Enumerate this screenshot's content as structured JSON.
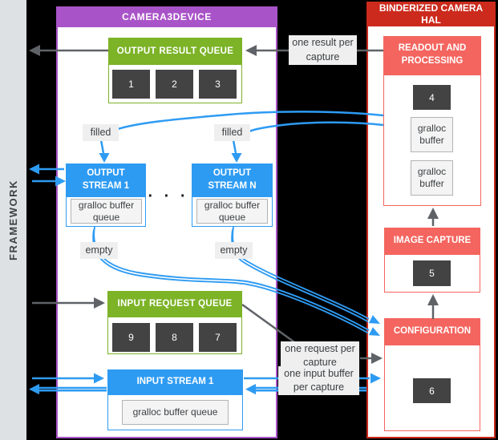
{
  "framework": {
    "label": "FRAMEWORK"
  },
  "camera3device": {
    "title": "CAMERA3DEVICE",
    "output_result_queue": {
      "title": "OUTPUT RESULT QUEUE",
      "items": [
        "1",
        "2",
        "3"
      ]
    },
    "output_stream_1": {
      "title": "OUTPUT STREAM 1",
      "buffer": "gralloc buffer queue"
    },
    "dots": "· · ·",
    "output_stream_n": {
      "title": "OUTPUT STREAM N",
      "buffer": "gralloc buffer queue"
    },
    "input_request_queue": {
      "title": "INPUT REQUEST QUEUE",
      "items": [
        "9",
        "8",
        "7"
      ]
    },
    "input_stream_1": {
      "title": "INPUT STREAM 1",
      "buffer": "gralloc buffer queue"
    }
  },
  "hal": {
    "title": "BINDERIZED CAMERA HAL",
    "readout": {
      "title": "READOUT AND PROCESSING",
      "item": "4",
      "buffers": [
        "gralloc buffer",
        "gralloc buffer"
      ]
    },
    "image_capture": {
      "title": "IMAGE CAPTURE",
      "item": "5"
    },
    "configuration": {
      "title": "CONFIGURATION",
      "item": "6"
    }
  },
  "annotations": {
    "one_result": "one result per capture",
    "filled": "filled",
    "empty": "empty",
    "one_request": "one request per capture",
    "one_input": "one input buffer per capture"
  },
  "colors": {
    "purple": "#a953c8",
    "green": "#7cb327",
    "blue": "#2e9bf3",
    "dark_red": "#cb2a1c",
    "salmon": "#f4655f",
    "dark_gray_arrow": "#5f6368",
    "item_box": "#434343",
    "framework_strip": "#dde1e4",
    "note_bg": "#efefef"
  }
}
